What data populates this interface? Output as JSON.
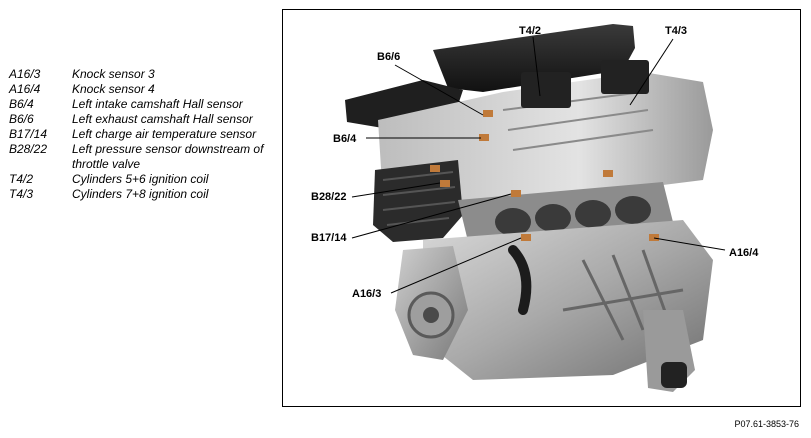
{
  "legend": [
    {
      "code": "A16/3",
      "desc": "Knock sensor 3"
    },
    {
      "code": "A16/4",
      "desc": "Knock sensor 4"
    },
    {
      "code": "B6/4",
      "desc": "Left intake camshaft Hall sensor"
    },
    {
      "code": "B6/6",
      "desc": "Left exhaust camshaft Hall sensor"
    },
    {
      "code": "B17/14",
      "desc": "Left charge air temperature sensor"
    },
    {
      "code": "B28/22",
      "desc": "Left pressure sensor downstream of throttle valve"
    },
    {
      "code": "T4/2",
      "desc": "Cylinders 5+6 ignition coil"
    },
    {
      "code": "T4/3",
      "desc": "Cylinders 7+8 ignition coil"
    }
  ],
  "callouts": {
    "t4_2": "T4/2",
    "t4_3": "T4/3",
    "b6_6": "B6/6",
    "b6_4": "B6/4",
    "b28_22": "B28/22",
    "b17_14": "B17/14",
    "a16_3": "A16/3",
    "a16_4": "A16/4"
  },
  "figure_id": "P07.61-3853-76"
}
